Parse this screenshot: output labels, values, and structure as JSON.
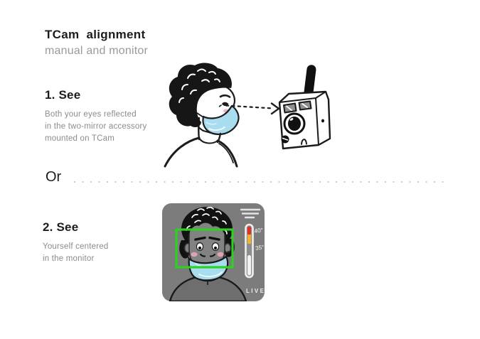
{
  "header": {
    "title": "TCam alignment",
    "subtitle": "manual and monitor"
  },
  "steps": [
    {
      "label": "1. See",
      "description_lines": [
        "Both your eyes reflected",
        "in the two-mirror accessory",
        "mounted on TCam"
      ]
    },
    {
      "label": "2. See",
      "description_lines": [
        "Yourself centered",
        "in the monitor"
      ]
    }
  ],
  "divider": {
    "label": "Or"
  },
  "monitor": {
    "temp_high": "40°",
    "temp_low": "35°",
    "live_label": "LIVE"
  },
  "icons": {
    "menu": "hamburger-menu-icon",
    "thermometer": "thermometer-scale-icon",
    "arrow": "dashed-sightline-arrow-icon",
    "face_box": "face-detection-box"
  },
  "illustrations": {
    "person": "masked-person-profile-looking-right",
    "device": "tcam-camera-with-antenna-and-two-mirror-accessory",
    "monitor": "monitor-screen-with-centered-masked-face"
  },
  "colors": {
    "text_black": "#1c1c1c",
    "text_gray": "#8b8b8b",
    "subtitle_gray": "#9a9a9a",
    "mask_blue": "#a8ddf0",
    "monitor_gray": "#7c7c7c",
    "detect_green": "#2fd022",
    "thermo_red": "#df3126",
    "thermo_yellow": "#eeb22c",
    "dot_gray": "#cdcdcd"
  }
}
